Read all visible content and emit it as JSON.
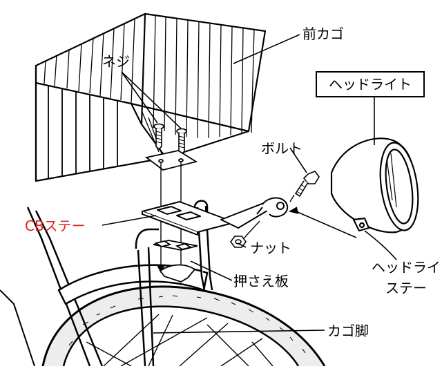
{
  "labels": {
    "front_basket": "前カゴ",
    "screws": "ネジ",
    "headlight": "ヘッドライト",
    "bolt": "ボルト",
    "cb_stay": "CBステー",
    "nut": "ナット",
    "retainer_plate": "押さえ板",
    "headlight_stay_line1": "ヘッドライト",
    "headlight_stay_line2": "ステー",
    "basket_leg": "カゴ脚"
  },
  "colors": {
    "line": "#000000",
    "cb_stay_label": "#e0201b",
    "tire_fill": "#ededed",
    "background": "#ffffff"
  }
}
